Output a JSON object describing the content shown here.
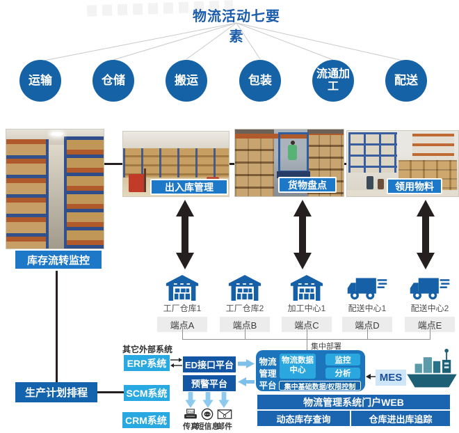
{
  "title": "物流活动七要素",
  "elements": [
    "运输",
    "仓储",
    "搬运",
    "包装",
    "流通加工",
    "配送"
  ],
  "photos": {
    "p1": "库存流转监控",
    "p2": "出入库管理",
    "p3": "货物盘点",
    "p4": "领用物料"
  },
  "nodes": [
    {
      "name": "工厂仓库1",
      "endpoint": "端点A"
    },
    {
      "name": "工厂仓库2",
      "endpoint": "端点B"
    },
    {
      "name": "加工中心1",
      "endpoint": "端点C"
    },
    {
      "name": "配送中心1",
      "endpoint": "端点D"
    },
    {
      "name": "配送中心2",
      "endpoint": "端点E"
    }
  ],
  "deploy": "集中部署",
  "external": {
    "heading": "其它外部系统",
    "erp": "ERP系统",
    "scm": "SCM系统",
    "crm": "CRM系统"
  },
  "middleware": {
    "ed": "ED接口平台",
    "alert": "预警平台"
  },
  "platform": {
    "side": "物流管理平台",
    "data_center": "物流数据中心",
    "monitor": "监控",
    "analysis": "分析",
    "base": "集中基础数据/权限控制"
  },
  "mes": "MES",
  "production": "生产计划排程",
  "channels": [
    {
      "label": "传真"
    },
    {
      "label": "短信息"
    },
    {
      "label": "邮件"
    }
  ],
  "portal": {
    "header": "物流管理系统门户WEB",
    "left": "动态库存查询",
    "right": "仓库进出库追踪"
  },
  "colors": {
    "circle_blue": "#1563a6",
    "box_dark_blue": "#1256a4",
    "platform_blue": "#1b74bc",
    "inner_blue": "#2ba7e0",
    "system_light_blue": "#29a9e1",
    "portal_blue": "#1b64b0",
    "mes_bg": "#cfe6f8",
    "ship_teal": "#1d5f74",
    "arrow_black": "#251f20",
    "arrow_light_blue": "#7fc0ea"
  }
}
